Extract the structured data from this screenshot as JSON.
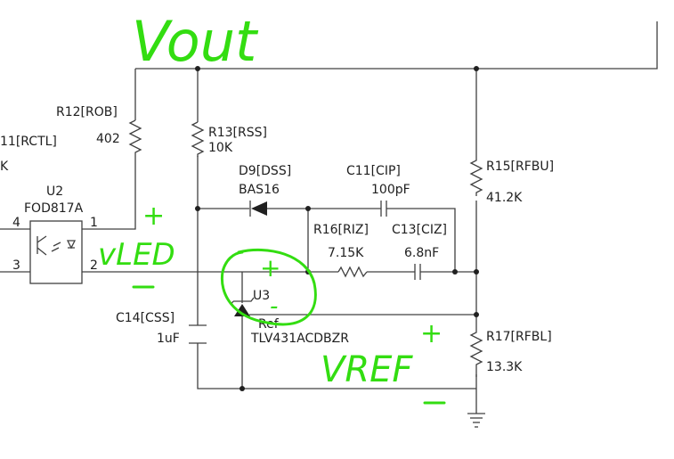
{
  "labels": {
    "r12_name": "R12[ROB]",
    "r12_value": "402",
    "r11_name": "11[RCTL]",
    "r11_value": "K",
    "u2_name": "U2",
    "u2_part": "FOD817A",
    "pin1": "1",
    "pin2": "2",
    "pin3": "3",
    "pin4": "4",
    "r13_name": "R13[RSS]",
    "r13_value": "10K",
    "d9_name": "D9[DSS]",
    "d9_part": "BAS16",
    "c11_name": "C11[CIP]",
    "c11_value": "100pF",
    "r16_name": "R16[RIZ]",
    "r16_value": "7.15K",
    "c13_name": "C13[CIZ]",
    "c13_value": "6.8nF",
    "r15_name": "R15[RFBU]",
    "r15_value": "41.2K",
    "r17_name": "R17[RFBL]",
    "r17_value": "13.3K",
    "c14_name": "C14[CSS]",
    "c14_value": "1uF",
    "u3_name": "U3",
    "u3_pin": "Ref",
    "u3_part": "TLV431ACDBZR"
  },
  "annotations": {
    "vout": "Vout",
    "vled": "vLED",
    "vref": "VREF",
    "plus": "+",
    "minus": "-",
    "plus_small": "+",
    "minus_small": "-"
  },
  "colors": {
    "wire": "#404040",
    "annotation": "#33dd11"
  }
}
